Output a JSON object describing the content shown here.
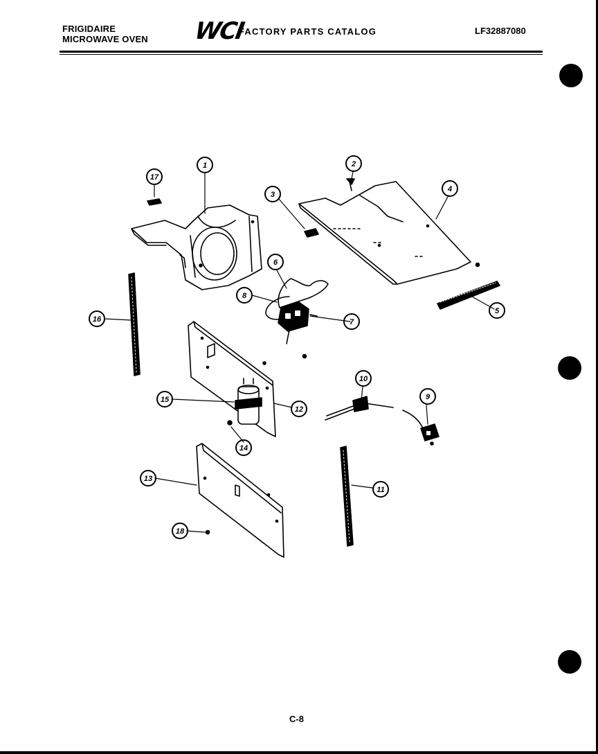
{
  "header": {
    "brand_line1": "FRIGIDAIRE",
    "brand_line2": "MICROWAVE OVEN",
    "logo": "WCI",
    "catalog_title": "FACTORY PARTS CATALOG",
    "model_number": "LF32887080"
  },
  "callouts": [
    "1",
    "2",
    "3",
    "4",
    "5",
    "6",
    "7",
    "8",
    "9",
    "10",
    "11",
    "12",
    "13",
    "14",
    "15",
    "16",
    "17",
    "18"
  ],
  "footer": {
    "page_number": "C-8"
  }
}
